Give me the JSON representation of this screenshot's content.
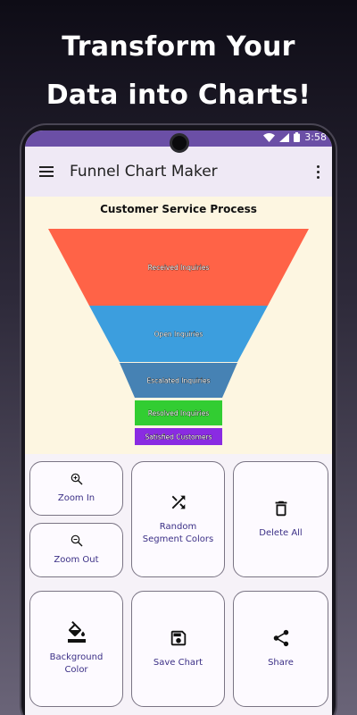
{
  "promo": {
    "line1": "Transform Your",
    "line2": "Data into Charts!"
  },
  "status_bar": {
    "time": "3:58"
  },
  "app_bar": {
    "title": "Funnel Chart Maker"
  },
  "chart_data": {
    "type": "funnel",
    "title": "Customer Service Process",
    "segments": [
      {
        "label": "Received Inquiries",
        "color": "#ff6347"
      },
      {
        "label": "Open Inquiries",
        "color": "#3c9ede"
      },
      {
        "label": "Escalated Inquiries",
        "color": "#4682b4"
      },
      {
        "label": "Resolved Inquiries",
        "color": "#32cd32"
      },
      {
        "label": "Satisfied Customers",
        "color": "#8a2be2"
      }
    ]
  },
  "actions": {
    "zoom_in": "Zoom In",
    "zoom_out": "Zoom Out",
    "random_colors": "Random Segment Colors",
    "delete_all": "Delete All",
    "background_color": "Background Color",
    "save_chart": "Save Chart",
    "share": "Share"
  },
  "colors": {
    "status_bar": "#6b4fa6",
    "app_bar": "#efe9f5",
    "chart_background": "#fdf6e1",
    "button_text": "#3b2f86"
  }
}
